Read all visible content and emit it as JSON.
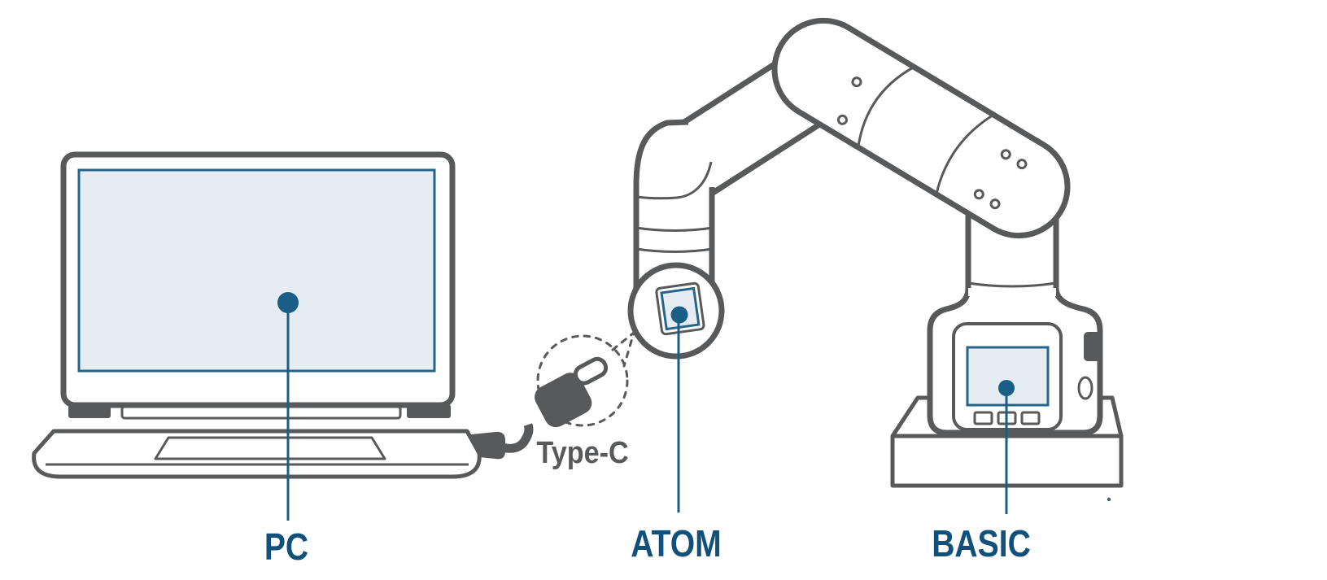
{
  "diagram": {
    "description": "Connection diagram: a PC laptop linked via a USB Type-C cable to a myCobot-style robot arm with an ATOM end-effector screen and a BASIC base screen",
    "labels": {
      "pc": "PC",
      "atom": "ATOM",
      "basic": "BASIC",
      "type_c": "Type-C"
    },
    "figures": [
      "laptop-illustration",
      "usb-cable",
      "usb-type-c-plug-icon",
      "dashed-callout-bubble",
      "robot-arm-illustration",
      "robot-end-effector-screen",
      "robot-base-screen"
    ]
  },
  "colors": {
    "background": "#FFFFFF",
    "outline": "#58595B",
    "screen_fill": "#E5ECF2",
    "screen_stroke": "#27648A",
    "accent": "#1A5E86",
    "label": "#11507A"
  }
}
